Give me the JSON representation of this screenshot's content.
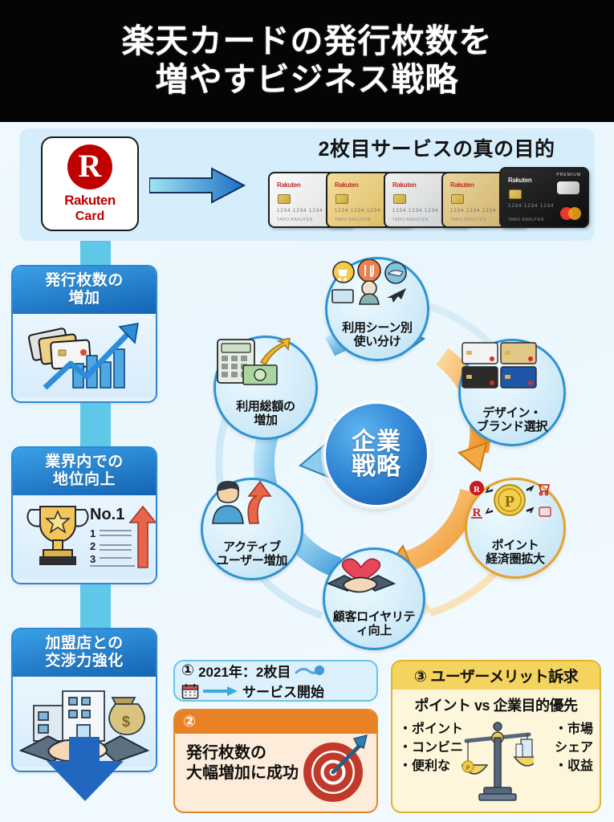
{
  "header": {
    "line1": "楽天カードの発行枚数を",
    "line2": "増やすビジネス戦略",
    "bg_color": "#050505",
    "text_color": "#ffffff"
  },
  "top_panel": {
    "title": "2枚目サービスの真の目的",
    "logo": {
      "mark": "R",
      "name_line1": "Rakuten",
      "name_line2": "Card",
      "brand_color": "#bf0000"
    },
    "arrow_name": "right-arrow",
    "cards": [
      {
        "variant": "white",
        "brand": "Rakuten",
        "number": "1234 1234 1234",
        "holder": "TARO RAKUTEN"
      },
      {
        "variant": "gold",
        "brand": "Rakuten",
        "number": "1234 1234 1234",
        "holder": "TARO RAKUTEN"
      },
      {
        "variant": "silver",
        "brand": "Rakuten",
        "number": "1234 1234 1234",
        "holder": "TARO RAKUTEN"
      },
      {
        "variant": "gold2",
        "brand": "Rakuten",
        "number": "1234 1234 1234",
        "holder": "TARO RAKUTEN"
      },
      {
        "variant": "black",
        "brand": "Rakuten",
        "number": "1234 1234 1234",
        "holder": "TARO RAKUTEN",
        "tier": "PREMIUM"
      }
    ]
  },
  "left_column": {
    "items": [
      {
        "title_line1": "発行枚数の",
        "title_line2": "増加",
        "icon": "cards-growth-chart-icon"
      },
      {
        "title_line1": "業界内での",
        "title_line2": "地位向上",
        "icon": "trophy-ranking-icon",
        "rank_label": "No.1",
        "rank_list": [
          "1",
          "2",
          "3"
        ]
      },
      {
        "title_line1": "加盟店との",
        "title_line2": "交渉力強化",
        "icon": "handshake-building-money-icon"
      }
    ]
  },
  "cycle": {
    "center_line1": "企業",
    "center_line2": "戦略",
    "nodes": [
      {
        "id": "usage-scene",
        "label_line1": "利用シーン別",
        "label_line2": "使い分け",
        "icon": "usage-scenes-icon",
        "accent": "#2d93d2"
      },
      {
        "id": "design-brand",
        "label_line1": "デザイン・",
        "label_line2": "ブランド選択",
        "icon": "card-designs-icon",
        "accent": "#2d93d2"
      },
      {
        "id": "point-economy",
        "label_line1": "ポイント",
        "label_line2": "経済圏拡大",
        "icon": "point-coin-icon",
        "accent": "#e6a129"
      },
      {
        "id": "loyalty",
        "label_line1": "顧客ロイヤリテ",
        "label_line2": "ィ向上",
        "icon": "heart-handshake-icon",
        "accent": "#2d93d2"
      },
      {
        "id": "active-users",
        "label_line1": "アクティブ",
        "label_line2": "ユーザー増加",
        "icon": "user-up-arrow-icon",
        "accent": "#2d93d2"
      },
      {
        "id": "total-spend",
        "label_line1": "利用総額の",
        "label_line2": "増加",
        "icon": "calculator-money-icon",
        "accent": "#2d93d2"
      }
    ]
  },
  "bottom": {
    "box1": {
      "marker": "①",
      "line1": "2021年：2枚目",
      "line2": "サービス開始",
      "icon": "calendar-icon",
      "arrow": "right-arrow"
    },
    "box2": {
      "marker": "②",
      "line1": "発行枚数の",
      "line2": "大幅増加に成功",
      "icon": "target-dart-icon",
      "accent": "#e98125"
    },
    "box3": {
      "marker": "③",
      "title": "ユーザーメリット訴求",
      "subtitle": "ポイント vs 企業目的優先",
      "left_items": [
        "・ポイント",
        "・コンビニ",
        "・便利な"
      ],
      "right_items": [
        "・市場",
        "シェア",
        "・収益"
      ],
      "icon": "balance-scale-icon",
      "accent": "#f4d35e"
    }
  }
}
